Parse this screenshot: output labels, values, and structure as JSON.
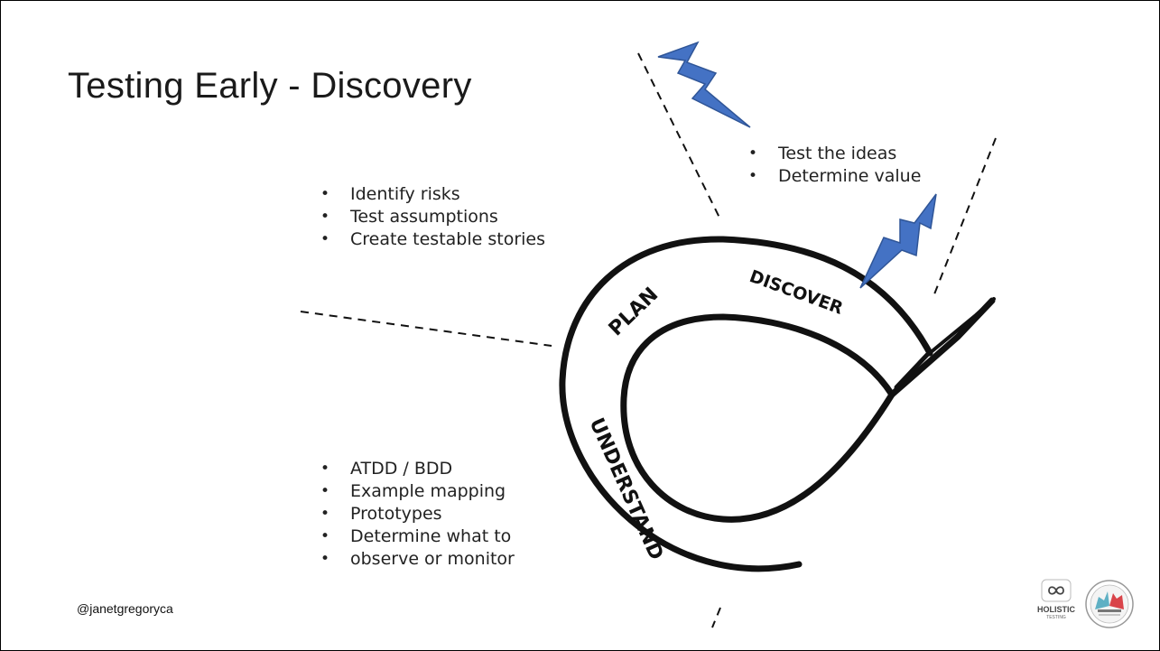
{
  "slide": {
    "title": "Testing Early - Discovery",
    "handle": "@janetgregoryca"
  },
  "diagram": {
    "stages": {
      "plan": "PLAN",
      "discover": "DISCOVER",
      "understand": "UNDERSTAND"
    },
    "plan_bullets": [
      "Identify risks",
      "Test assumptions",
      "Create testable stories"
    ],
    "discover_bullets": [
      "Test the ideas",
      "Determine value"
    ],
    "understand_bullets": [
      "ATDD / BDD",
      "Example mapping",
      "Prototypes",
      "Determine what to",
      "observe or monitor"
    ],
    "colors": {
      "lightning": "#4472c4",
      "lightning_stroke": "#2f5597",
      "track": "#111111"
    }
  },
  "logos": {
    "holistic": {
      "label": "HOLISTIC",
      "sublabel": "TESTING",
      "icon": "infinity-icon"
    },
    "agile": {
      "icon": "agile-testing-fellowship-badge"
    }
  }
}
